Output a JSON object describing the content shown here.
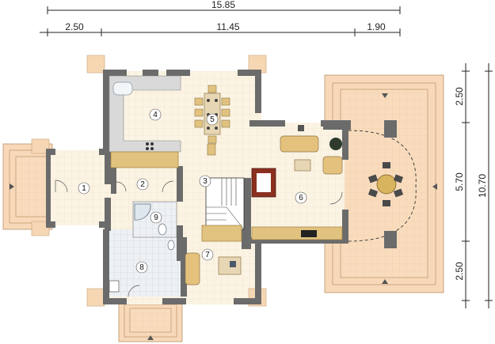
{
  "dimensions": {
    "total_width": "15.85",
    "seg_left": "2.50",
    "seg_middle": "11.45",
    "seg_right": "1.90",
    "right_top": "2.50",
    "right_middle": "5.70",
    "right_bottom": "2.50",
    "right_total": "10.70"
  },
  "rooms": [
    "1",
    "2",
    "3",
    "4",
    "5",
    "6",
    "7",
    "8",
    "9"
  ],
  "colors": {
    "wall": "#6b6b6b",
    "floor": "#fbf3e3",
    "terrace": "#f7d9b9",
    "counter": "#e1c37f",
    "tile": "#e5e9ee"
  }
}
